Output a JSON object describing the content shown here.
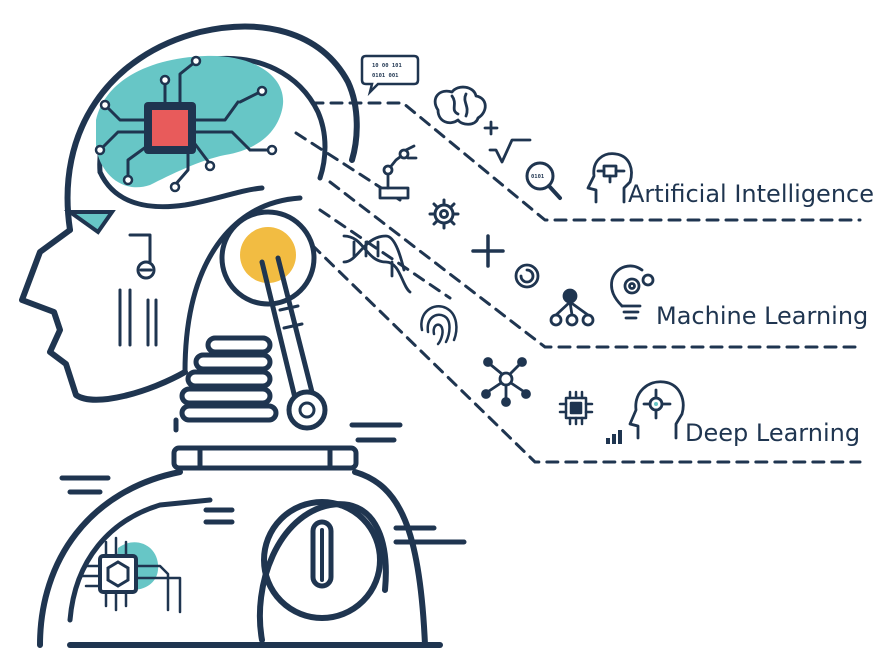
{
  "colors": {
    "navy": "#1f3550",
    "teal": "#67c6c6",
    "red": "#e85b5b",
    "yellow": "#f2bc42",
    "bg": "#ffffff"
  },
  "labels": {
    "ai": "Artificial Intelligence",
    "ml": "Machine Learning",
    "dl": "Deep Learning"
  },
  "speech_bubble": {
    "line1": "10 00 101",
    "line2": "0101 001"
  },
  "search_glass_text": "0101",
  "icons": {
    "brain": "brain-icon",
    "formula": "square-root-formula-icon",
    "magnifier": "magnifier-binary-icon",
    "ai_head": "ai-head-circuit-icon",
    "robot_arm": "robot-arm-icon",
    "gear": "gear-icon",
    "plus": "plus-icon",
    "dna": "dna-icon",
    "target": "target-rings-icon",
    "hierarchy": "hierarchy-tree-icon",
    "bulb": "lightbulb-gears-icon",
    "fingerprint": "fingerprint-icon",
    "network": "network-nodes-icon",
    "chip": "microchip-icon",
    "bars": "bar-chart-icon",
    "dl_head": "deep-learning-head-icon"
  }
}
